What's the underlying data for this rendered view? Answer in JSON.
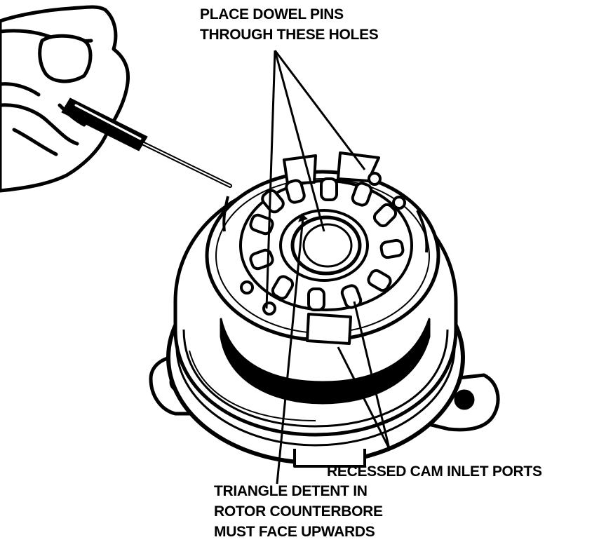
{
  "callouts": {
    "dowel_pins": [
      "PLACE DOWEL PINS",
      "THROUGH THESE HOLES"
    ],
    "cam_inlet": [
      "RECESSED CAM INLET PORTS"
    ],
    "triangle_detent": [
      "TRIANGLE DETENT IN",
      "ROTOR COUNTERBORE",
      "MUST FACE UPWARDS"
    ]
  },
  "colors": {
    "ink": "#000000",
    "paper": "#ffffff"
  },
  "icons": {
    "hand": "hand-holding-tool-icon",
    "tool": "dowel-tool-icon",
    "pump": "pump-housing-illustration"
  }
}
